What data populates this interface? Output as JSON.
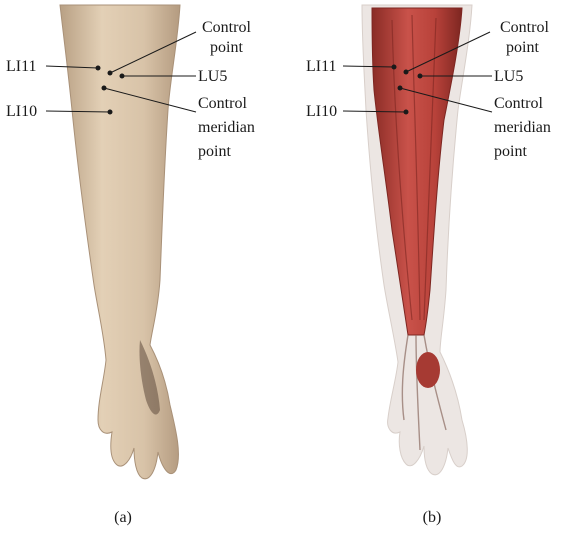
{
  "panels": [
    {
      "id": "a",
      "caption": "(a)",
      "rendering": "skin-surface",
      "labels": {
        "li11": "LI11",
        "li10": "LI10",
        "lu5": "LU5",
        "control_point": [
          "Control",
          "point"
        ],
        "control_meridian_point": [
          "Control",
          "meridian",
          "point"
        ]
      }
    },
    {
      "id": "b",
      "caption": "(b)",
      "rendering": "muscle-layer",
      "labels": {
        "li11": "LI11",
        "li10": "LI10",
        "lu5": "LU5",
        "control_point": [
          "Control",
          "point"
        ],
        "control_meridian_point": [
          "Control",
          "meridian",
          "point"
        ]
      }
    }
  ],
  "colors": {
    "skin": "#d8c3a8",
    "skin_shadow": "#a99178",
    "muscle": "#b8423a",
    "muscle_dark": "#7d2621",
    "translucent_skin": "#ece6e3",
    "leader_line": "#1a1a1a"
  }
}
